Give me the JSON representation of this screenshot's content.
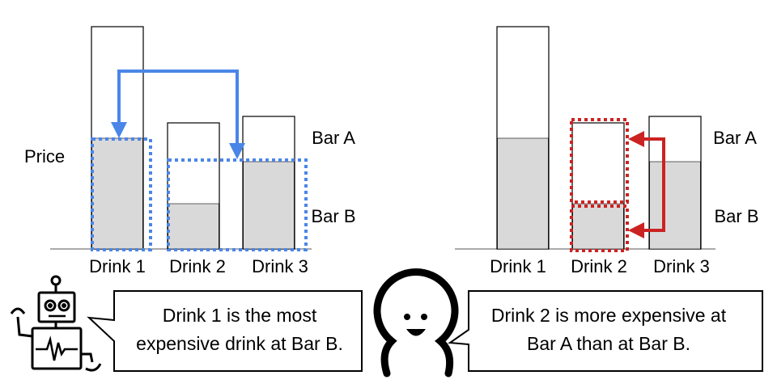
{
  "left_panel": {
    "y_axis_label": "Price",
    "categories": [
      "Drink 1",
      "Drink 2",
      "Drink 3"
    ],
    "bar_a_label": "Bar A",
    "bar_b_label": "Bar B",
    "bars": [
      {
        "category": "Drink 1",
        "bar_a_total": 275,
        "bar_b_price": 137
      },
      {
        "category": "Drink 2",
        "bar_a_total": 156,
        "bar_b_price": 56
      },
      {
        "category": "Drink 3",
        "bar_a_total": 164,
        "bar_b_price": 108
      }
    ],
    "highlight_color": "#4a86e8"
  },
  "right_panel": {
    "categories": [
      "Drink 1",
      "Drink 2",
      "Drink 3"
    ],
    "bar_a_label": "Bar A",
    "bar_b_label": "Bar B",
    "bars": [
      {
        "category": "Drink 1",
        "bar_a_total": 275,
        "bar_b_price": 137
      },
      {
        "category": "Drink 2",
        "bar_a_total": 156,
        "bar_b_price": 56
      },
      {
        "category": "Drink 3",
        "bar_a_total": 164,
        "bar_b_price": 108
      }
    ],
    "highlight_color": "#cc2222"
  },
  "robot_speech": {
    "line1": "Drink 1 is the most",
    "line2": "expensive drink at Bar B.",
    "icon": "robot-icon"
  },
  "person_speech": {
    "line1": "Drink 2 is more expensive at",
    "line2": "Bar  A than at Bar  B.",
    "icon": "person-icon"
  }
}
